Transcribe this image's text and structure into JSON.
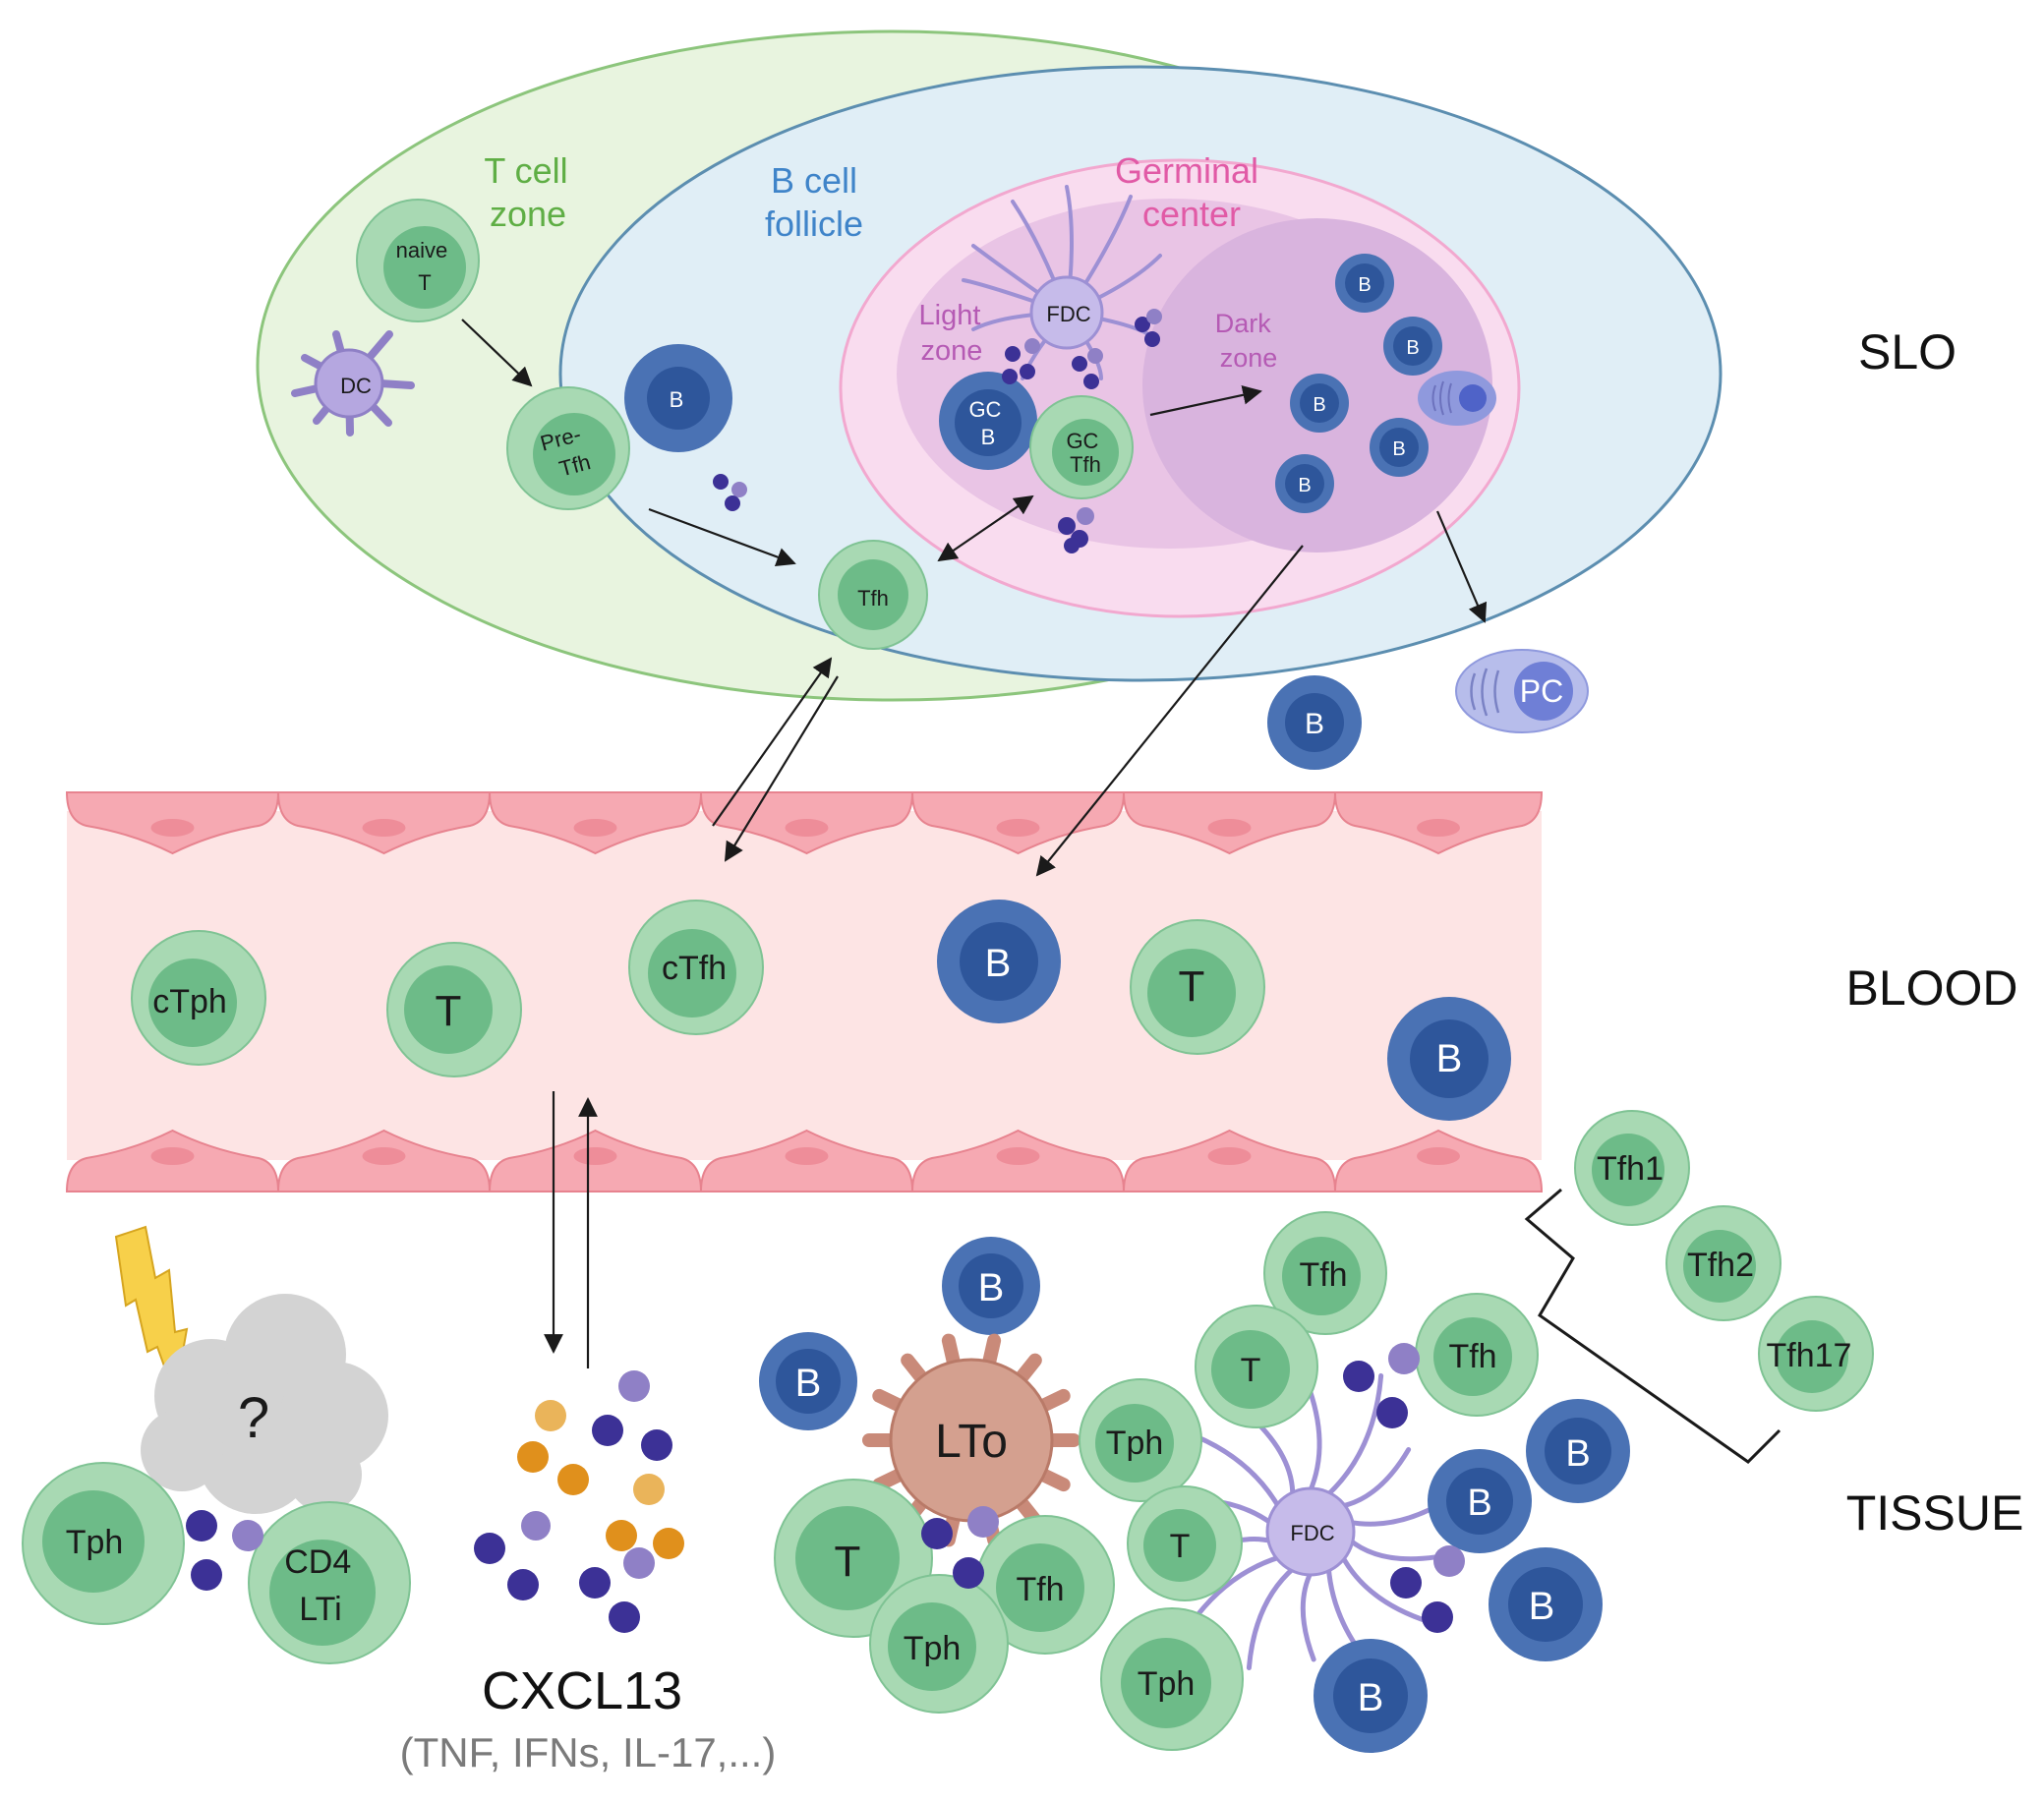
{
  "regions": {
    "slo": "SLO",
    "blood": "BLOOD",
    "tissue": "TISSUE"
  },
  "zones": {
    "t_cell_zone": [
      "T cell",
      "zone"
    ],
    "b_cell_follicle": [
      "B cell",
      "follicle"
    ],
    "germinal_center": [
      "Germinal",
      "center"
    ],
    "light_zone": [
      "Light",
      "zone"
    ],
    "dark_zone": [
      "Dark",
      "zone"
    ]
  },
  "slo_cells": {
    "naive_t": [
      "naive",
      "T"
    ],
    "dc": "DC",
    "pre_tfh": [
      "Pre-",
      "Tfh"
    ],
    "b": "B",
    "tfh": "Tfh",
    "fdc": "FDC",
    "gc_b": [
      "GC",
      "B"
    ],
    "gc_tfh": [
      "GC",
      "Tfh"
    ],
    "dark_b": "B",
    "pc": "PC"
  },
  "blood_cells": {
    "ctph": "cTph",
    "t": "T",
    "ctfh": "cTfh",
    "b": "B"
  },
  "tissue_cells": {
    "tph": "Tph",
    "cd4_lti": [
      "CD4",
      "LTi"
    ],
    "unknown": "?",
    "lto": "LTo",
    "t": "T",
    "tfh": "Tfh",
    "b": "B",
    "fdc": "FDC",
    "tfh1": "Tfh1",
    "tfh2": "Tfh2",
    "tfh17": "Tfh17"
  },
  "cxcl13": {
    "label": "CXCL13",
    "sublabel": "(TNF, IFNs, IL-17,...)"
  },
  "colors": {
    "t_cell_outer": "#a8d9b3",
    "t_cell_inner": "#6dbb88",
    "b_cell_outer": "#4a72b4",
    "b_cell_inner": "#2e569b",
    "slo_green": "#e8f4df",
    "follicle_blue": "#e0eef6",
    "gc_pink": "#f9dcef",
    "dark_zone": "#d9b4de",
    "vessel": "#fde4e4",
    "endothelium": "#f6a9b2",
    "chemokine_dark": "#3c3196",
    "chemokine_light": "#8f80c6",
    "chemokine_orange": "#e0901c",
    "t_zone_label": "#5fae45",
    "follicle_label": "#3f84c9",
    "gc_label": "#e15aa6",
    "gc_zone_label": "#b55ab4"
  }
}
